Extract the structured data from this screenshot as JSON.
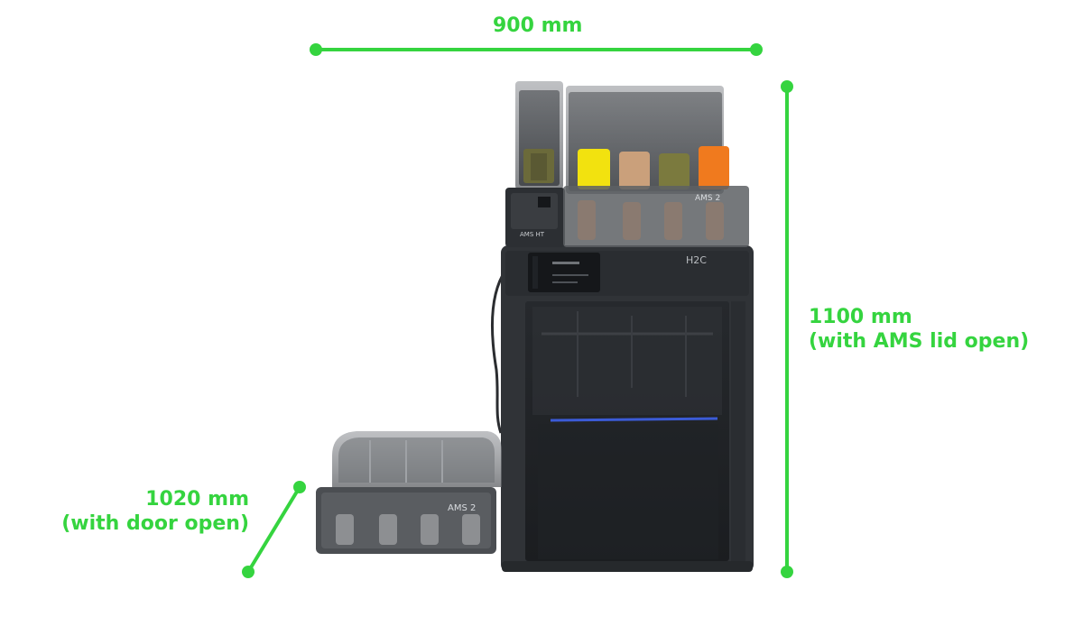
{
  "dimensions": {
    "width": {
      "value": "900 mm"
    },
    "height": {
      "value": "1100 mm",
      "note": "(with AMS lid open)"
    },
    "depth": {
      "value": "1020 mm",
      "note": "(with door open)"
    }
  },
  "product_labels": {
    "printer_model": "H2C",
    "ams_unit": "AMS 2",
    "ams_ht_unit": "AMS HT"
  },
  "colors": {
    "dimension_line": "#35d43f",
    "printer_body": "#2a2d30",
    "filament": [
      "#6b6a3a",
      "#f2e20f",
      "#caa07b",
      "#7b7a3e",
      "#f07a1e"
    ]
  }
}
